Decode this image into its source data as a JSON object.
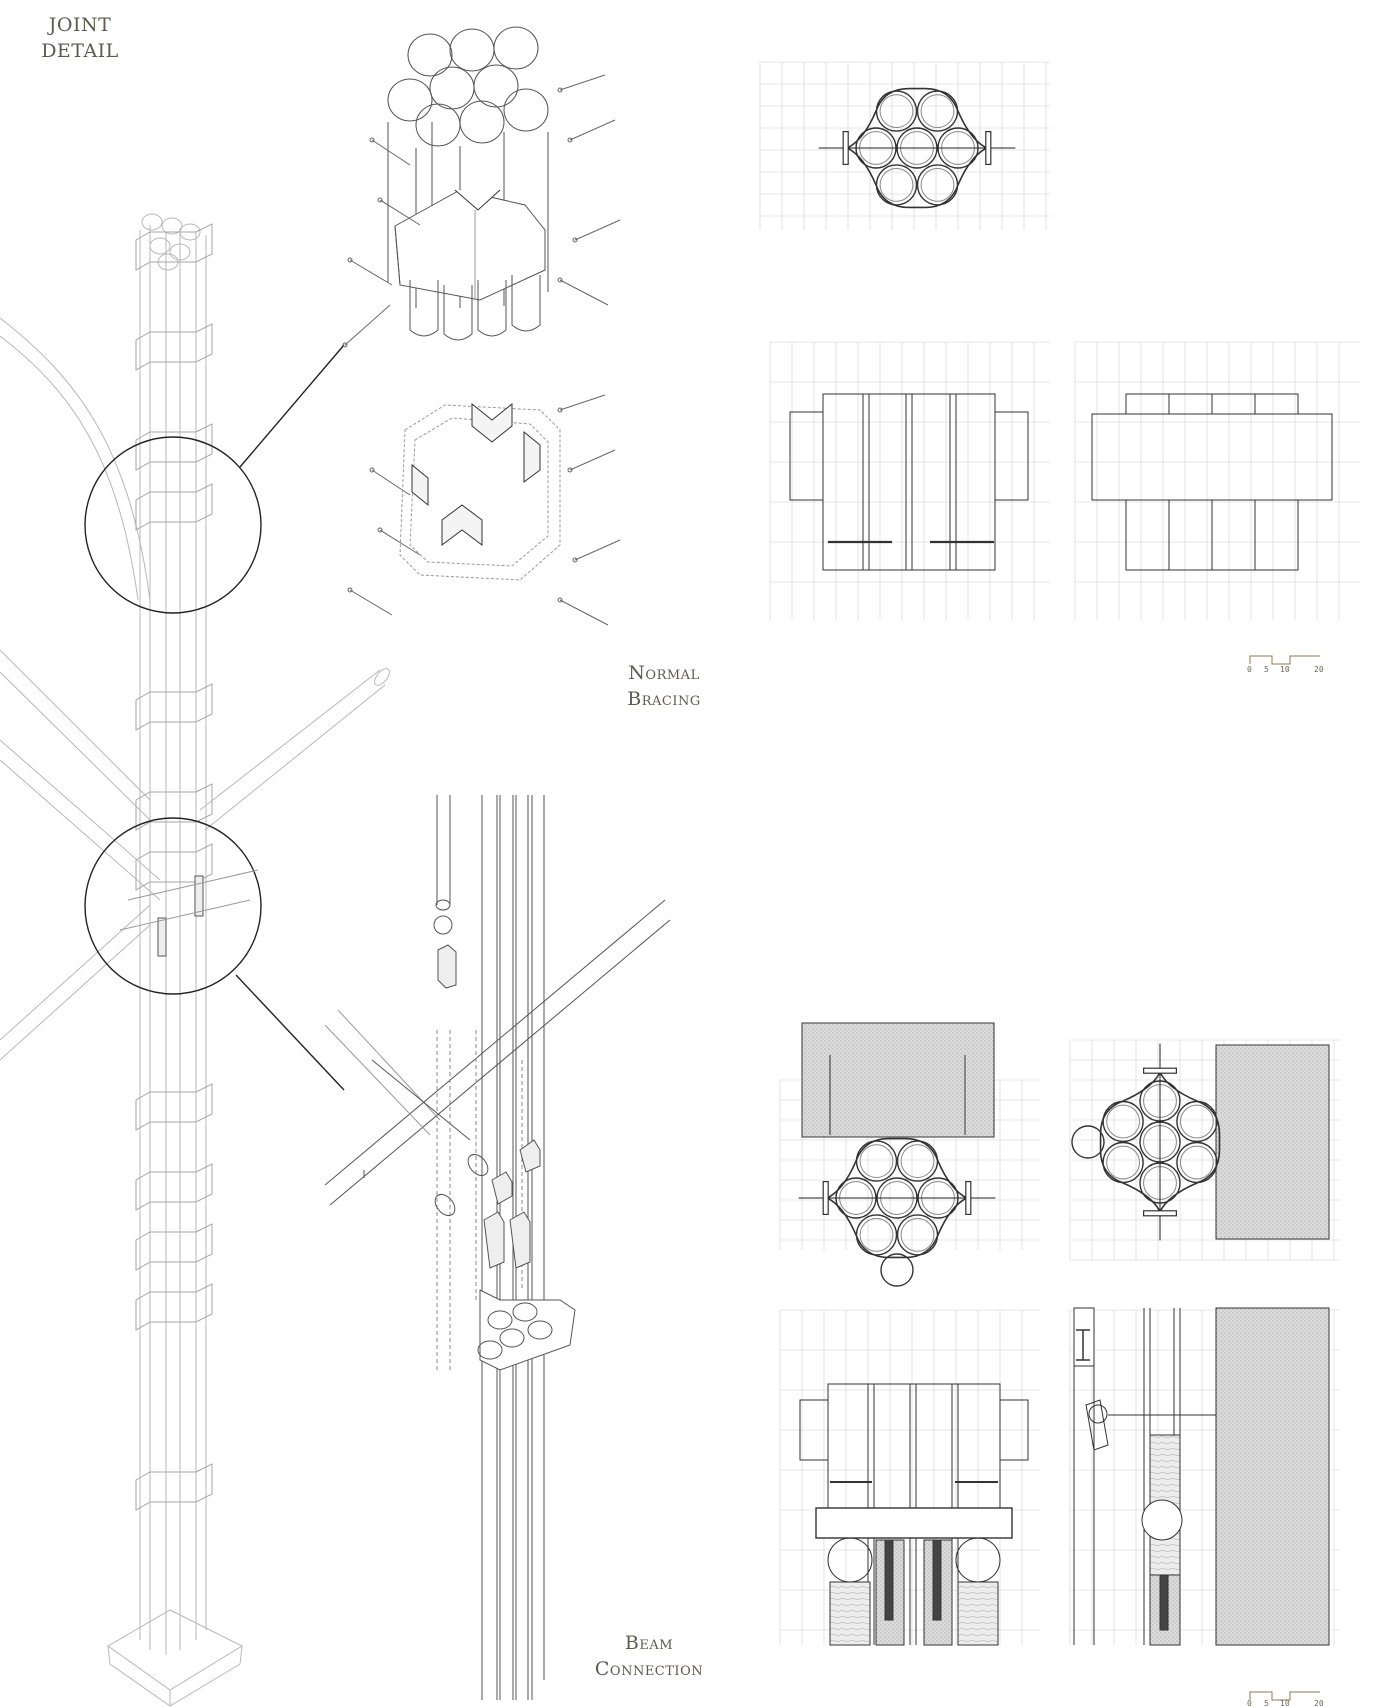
{
  "titles": {
    "joint_detail": [
      "JOINT",
      "DETAIL"
    ],
    "normal_bracing": [
      "Normal",
      "Bracing"
    ],
    "beam_connection": [
      "Beam",
      "Connection"
    ]
  },
  "scale_bar_top": [
    "0",
    "5",
    "10",
    "20"
  ],
  "scale_bar_bottom": [
    "0",
    "5",
    "10",
    "20"
  ],
  "colors": {
    "ink": "#3a3a3a",
    "light_ink": "#b8b8b8",
    "title": "#5e5a4e",
    "hatch_fill": "#d6d6d6"
  }
}
